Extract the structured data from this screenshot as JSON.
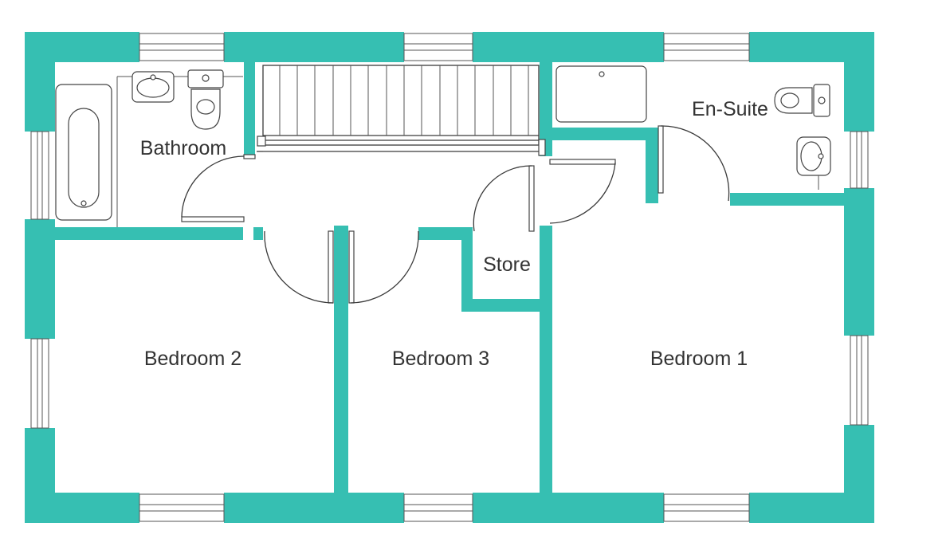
{
  "rooms": {
    "bathroom": "Bathroom",
    "en_suite": "En-Suite",
    "store": "Store",
    "bedroom_1": "Bedroom 1",
    "bedroom_2": "Bedroom 2",
    "bedroom_3": "Bedroom 3"
  },
  "colors": {
    "wall": "#36bfb2",
    "line": "#3a3a3a",
    "text": "#333333"
  }
}
